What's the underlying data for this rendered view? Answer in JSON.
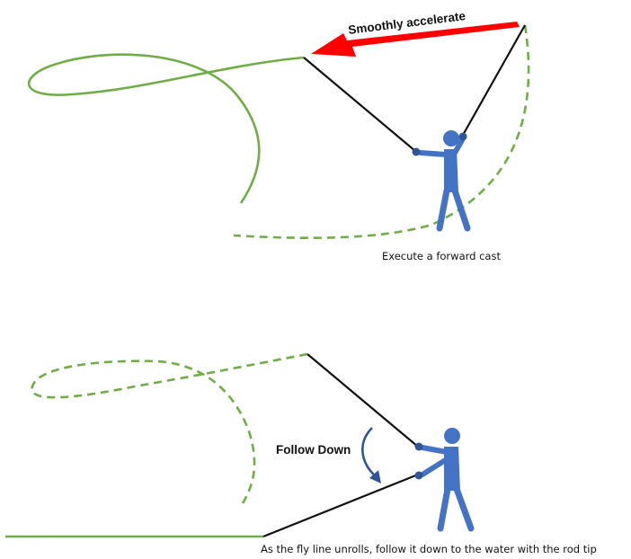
{
  "colors": {
    "fly_line": "#70ad47",
    "rod": "#111111",
    "angler": "#4472c4",
    "angler_dark": "#2f5597",
    "arrow": "#ff0000"
  },
  "panels": {
    "forward_cast": {
      "arrow_label": "Smoothly accelerate",
      "caption": "Execute a forward cast"
    },
    "follow_down": {
      "motion_label": "Follow Down",
      "caption": "As the fly line unrolls, follow it down to the water with the rod tip"
    }
  }
}
